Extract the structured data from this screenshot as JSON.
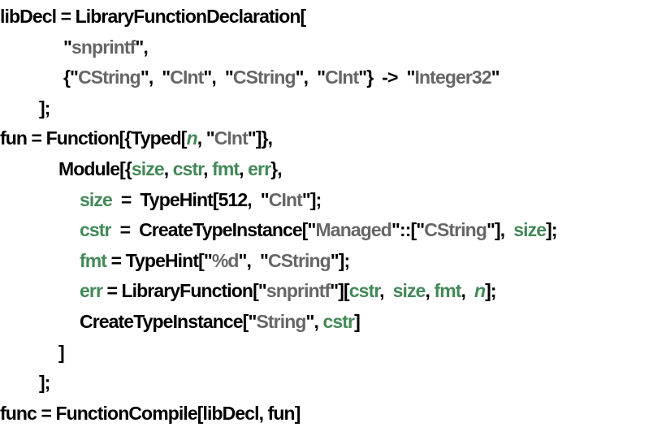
{
  "colors": {
    "text": "#000000",
    "string": "#666666",
    "local_variable": "#438958"
  },
  "lines": [
    {
      "indent": 0,
      "tokens": [
        {
          "t": "libDecl = LibraryFunctionDeclaration[",
          "c": "k"
        }
      ]
    },
    {
      "indent": 3,
      "tokens": [
        {
          "t": "\"",
          "c": "k"
        },
        {
          "t": "snprintf",
          "c": "s"
        },
        {
          "t": "\",",
          "c": "k"
        }
      ]
    },
    {
      "indent": 3,
      "tokens": [
        {
          "t": "{\"",
          "c": "k"
        },
        {
          "t": "CString",
          "c": "s"
        },
        {
          "t": "\",  \"",
          "c": "k"
        },
        {
          "t": "CInt",
          "c": "s"
        },
        {
          "t": "\",  \"",
          "c": "k"
        },
        {
          "t": "CString",
          "c": "s"
        },
        {
          "t": "\",  \"",
          "c": "k"
        },
        {
          "t": "CInt",
          "c": "s"
        },
        {
          "t": "\"}  ->  \"",
          "c": "k"
        },
        {
          "t": "Integer32",
          "c": "s"
        },
        {
          "t": "\"",
          "c": "k"
        }
      ]
    },
    {
      "indent": 2,
      "tokens": [
        {
          "t": "];",
          "c": "k"
        }
      ]
    },
    {
      "indent": 0,
      "tokens": [
        {
          "t": "fun = Function[{Typed[",
          "c": "k"
        },
        {
          "t": "n",
          "c": "i"
        },
        {
          "t": ", \"",
          "c": "k"
        },
        {
          "t": "CInt",
          "c": "s"
        },
        {
          "t": "\"]},",
          "c": "k"
        }
      ]
    },
    {
      "indent": 4,
      "tokens": [
        {
          "t": "Module[{",
          "c": "k"
        },
        {
          "t": "size",
          "c": "v"
        },
        {
          "t": ", ",
          "c": "k"
        },
        {
          "t": "cstr",
          "c": "v"
        },
        {
          "t": ", ",
          "c": "k"
        },
        {
          "t": "fmt",
          "c": "v"
        },
        {
          "t": ", ",
          "c": "k"
        },
        {
          "t": "err",
          "c": "v"
        },
        {
          "t": "},",
          "c": "k"
        }
      ]
    },
    {
      "indent": 5,
      "tokens": [
        {
          "t": "size",
          "c": "v"
        },
        {
          "t": "  =  TypeHint[512,  \"",
          "c": "k"
        },
        {
          "t": "CInt",
          "c": "s"
        },
        {
          "t": "\"];",
          "c": "k"
        }
      ]
    },
    {
      "indent": 5,
      "tokens": [
        {
          "t": "cstr",
          "c": "v"
        },
        {
          "t": "  =  CreateTypeInstance[\"",
          "c": "k"
        },
        {
          "t": "Managed",
          "c": "s"
        },
        {
          "t": "\"::[\"",
          "c": "k"
        },
        {
          "t": "CString",
          "c": "s"
        },
        {
          "t": "\"],  ",
          "c": "k"
        },
        {
          "t": "size",
          "c": "v"
        },
        {
          "t": "];",
          "c": "k"
        }
      ]
    },
    {
      "indent": 5,
      "tokens": [
        {
          "t": "fmt",
          "c": "v"
        },
        {
          "t": " = TypeHint[\"",
          "c": "k"
        },
        {
          "t": "%d",
          "c": "s"
        },
        {
          "t": "\",  \"",
          "c": "k"
        },
        {
          "t": "CString",
          "c": "s"
        },
        {
          "t": "\"];",
          "c": "k"
        }
      ]
    },
    {
      "indent": 5,
      "tokens": [
        {
          "t": "err",
          "c": "v"
        },
        {
          "t": " = LibraryFunction[\"",
          "c": "k"
        },
        {
          "t": "snprintf",
          "c": "s"
        },
        {
          "t": "\"][",
          "c": "k"
        },
        {
          "t": "cstr",
          "c": "v"
        },
        {
          "t": ",  ",
          "c": "k"
        },
        {
          "t": "size",
          "c": "v"
        },
        {
          "t": ", ",
          "c": "k"
        },
        {
          "t": "fmt",
          "c": "v"
        },
        {
          "t": ",  ",
          "c": "k"
        },
        {
          "t": "n",
          "c": "i"
        },
        {
          "t": "];",
          "c": "k"
        }
      ]
    },
    {
      "indent": 5,
      "tokens": [
        {
          "t": "CreateTypeInstance[\"",
          "c": "k"
        },
        {
          "t": "String",
          "c": "s"
        },
        {
          "t": "\", ",
          "c": "k"
        },
        {
          "t": "cstr",
          "c": "v"
        },
        {
          "t": "]",
          "c": "k"
        }
      ]
    },
    {
      "indent": 4,
      "tokens": [
        {
          "t": "]",
          "c": "k"
        }
      ]
    },
    {
      "indent": 2,
      "tokens": [
        {
          "t": "];",
          "c": "k"
        }
      ]
    },
    {
      "indent": 0,
      "tokens": [
        {
          "t": "func = FunctionCompile[libDecl, fun]",
          "c": "k"
        }
      ]
    }
  ]
}
